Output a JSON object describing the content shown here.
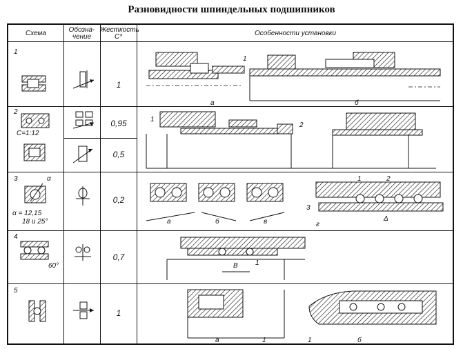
{
  "title": "Разновидности шпиндельных подшипников",
  "headers": {
    "schema": "Схема",
    "designation_1": "Обозна-",
    "designation_2": "чение",
    "stiffness_1": "Жесткость",
    "stiffness_2": "C*",
    "features": "Особенности установки"
  },
  "rows": [
    {
      "num": "1",
      "stiffness": "1",
      "captions": [
        "а",
        "б"
      ],
      "callouts": [
        "1"
      ]
    },
    {
      "num": "2",
      "ratio": "С=1:12",
      "stiffness_a": "0,95",
      "stiffness_b": "0,5",
      "callouts": [
        "1",
        "2"
      ]
    },
    {
      "num": "3",
      "alpha": "α",
      "angles_1": "α = 12,15",
      "angles_2": "18 и 25°",
      "stiffness": "0,2",
      "captions": [
        "а",
        "б",
        "в",
        "г"
      ],
      "callouts": [
        "1",
        "2",
        "3",
        "Δ"
      ]
    },
    {
      "num": "4",
      "angle": "60°",
      "stiffness": "0,7",
      "dim": "B",
      "callouts": [
        "1"
      ]
    },
    {
      "num": "5",
      "stiffness": "1",
      "captions": [
        "а",
        "б"
      ],
      "callouts": [
        "1",
        "1"
      ]
    }
  ]
}
